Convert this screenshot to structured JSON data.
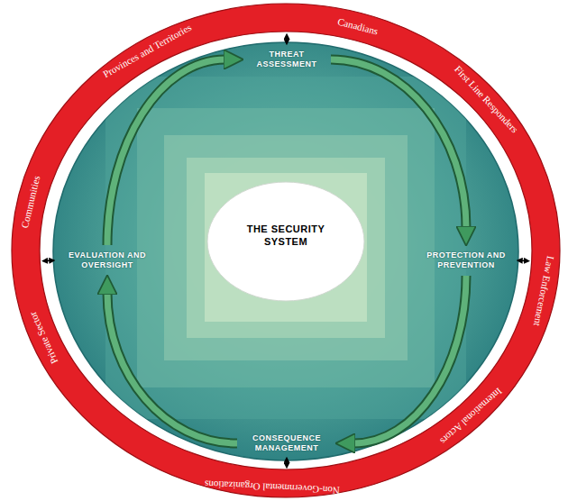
{
  "diagram": {
    "nodes": [
      {
        "text": [
          "Canadians",
          "First Line Responders",
          "Law Enforcement",
          "International Actors",
          "Non-Governmental Organizations",
          "Private Sector",
          "Communities",
          "Provinces and Territories"
        ]
      },
      {
        "text": [
          "THE SECURITY SYSTEM"
        ]
      },
      {
        "text": [
          "THREAT ASSESSMENT"
        ]
      },
      {
        "text": [
          "PROTECTION AND PREVENTION"
        ]
      },
      {
        "text": [
          "CONSEQUENCE MANAGEMENT"
        ]
      },
      {
        "text": [
          "EVALUATION AND OVERSIGHT"
        ]
      }
    ],
    "edges": [
      {
        "from": 2,
        "to": 3,
        "arrow": "to"
      },
      {
        "from": 3,
        "to": 4,
        "arrow": "to"
      },
      {
        "from": 4,
        "to": 5,
        "arrow": "to"
      },
      {
        "from": 5,
        "to": 2,
        "arrow": "to"
      },
      {
        "from": 2,
        "to": 0,
        "arrow": "both"
      },
      {
        "from": 3,
        "to": 0,
        "arrow": "both"
      },
      {
        "from": 4,
        "to": 0,
        "arrow": "both"
      },
      {
        "from": 5,
        "to": 0,
        "arrow": "both"
      }
    ]
  }
}
